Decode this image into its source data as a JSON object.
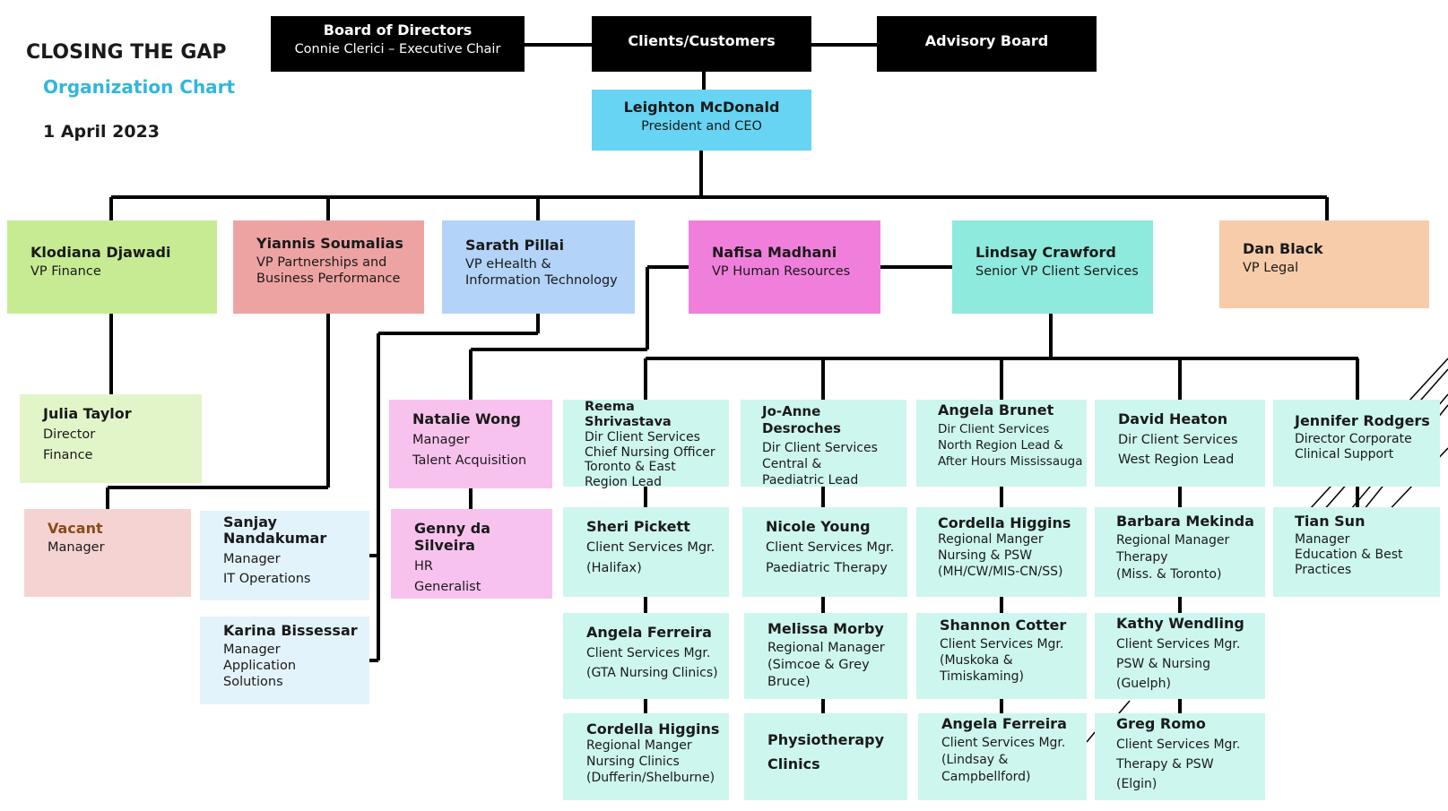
{
  "header": {
    "title": "CLOSING THE GAP",
    "subtitle": "Organization Chart",
    "date": "1 April 2023"
  },
  "colors": {
    "black": "#000000",
    "ceo": "#66d4f2",
    "finance": "#c6eb93",
    "finance_light": "#e2f5c8",
    "partnerships": "#eea3a3",
    "partnerships_light": "#f6d3d3",
    "ehealth": "#b3d3f9",
    "ehealth_light": "#e3f3fb",
    "hr": "#f07fdc",
    "hr_light": "#f8c2ee",
    "client_services": "#8eeadc",
    "client_services_light": "#cdf6ef",
    "legal": "#f6ccaa",
    "subtitle": "#33b6dd"
  },
  "top": {
    "board": {
      "name": "Board of Directors",
      "role": "Connie Clerici – Executive Chair"
    },
    "clients": {
      "name": "Clients/Customers"
    },
    "advisory": {
      "name": "Advisory Board"
    }
  },
  "ceo": {
    "name": "Leighton McDonald",
    "role": "President and CEO"
  },
  "vps": [
    {
      "name": "Klodiana Djawadi",
      "role": "VP Finance"
    },
    {
      "name": "Yiannis Soumalias",
      "role": "VP Partnerships and\nBusiness Performance"
    },
    {
      "name": "Sarath Pillai",
      "role": "VP eHealth &\nInformation Technology"
    },
    {
      "name": "Nafisa Madhani",
      "role": "VP Human Resources"
    },
    {
      "name": "Lindsay Crawford",
      "role": "Senior VP Client Services"
    },
    {
      "name": "Dan Black",
      "role": "VP Legal"
    }
  ],
  "staff": {
    "julia": {
      "name": "Julia Taylor",
      "role": "Director\nFinance"
    },
    "vacant": {
      "name": "Vacant",
      "role": "Manager"
    },
    "sanjay": {
      "name": "Sanjay\nNandakumar",
      "role": "Manager\nIT Operations"
    },
    "karina": {
      "name": "Karina Bissessar",
      "role": "Manager\nApplication\nSolutions"
    },
    "natalie": {
      "name": "Natalie Wong",
      "role": "Manager\nTalent Acquisition"
    },
    "genny": {
      "name": "Genny da Silveira",
      "role": "HR\nGeneralist"
    },
    "reema": {
      "name": "Reema Shrivastava",
      "role": "Dir Client Services\nChief Nursing Officer\nToronto & East\nRegion Lead"
    },
    "joanne": {
      "name": "Jo-Anne Desroches",
      "role": "Dir Client Services\nCentral &\nPaediatric Lead"
    },
    "angela_b": {
      "name": "Angela Brunet",
      "role": "Dir Client Services\nNorth Region Lead &\nAfter Hours Mississauga"
    },
    "david": {
      "name": "David Heaton",
      "role": "Dir Client Services\nWest Region Lead"
    },
    "jennifer": {
      "name": "Jennifer Rodgers",
      "role": "Director Corporate\nClinical Support"
    },
    "sheri": {
      "name": "Sheri Pickett",
      "role": "Client Services Mgr.\n(Halifax)"
    },
    "nicole": {
      "name": "Nicole Young",
      "role": "Client Services Mgr.\nPaediatric Therapy"
    },
    "cordella1": {
      "name": "Cordella Higgins",
      "role": "Regional Manger\nNursing & PSW\n(MH/CW/MIS-CN/SS)"
    },
    "barbara": {
      "name": "Barbara Mekinda",
      "role": "Regional Manager\nTherapy\n(Miss. & Toronto)"
    },
    "tian": {
      "name": "Tian Sun",
      "role": "Manager\nEducation &  Best\nPractices"
    },
    "angela_f1": {
      "name": "Angela Ferreira",
      "role": "Client Services Mgr.\n(GTA Nursing Clinics)"
    },
    "melissa": {
      "name": "Melissa Morby",
      "role": "Regional Manager\n(Simcoe & Grey\nBruce)"
    },
    "shannon": {
      "name": "Shannon Cotter",
      "role": "Client Services Mgr.\n(Muskoka &\nTimiskaming)"
    },
    "kathy": {
      "name": "Kathy Wendling",
      "role": "Client Services Mgr.\nPSW & Nursing\n(Guelph)"
    },
    "cordella2": {
      "name": "Cordella Higgins",
      "role": "Regional Manger\nNursing Clinics\n(Dufferin/Shelburne)"
    },
    "physio": {
      "name": "Physiotherapy\nClinics"
    },
    "angela_f2": {
      "name": "Angela Ferreira",
      "role": "Client Services Mgr.\n(Lindsay &\nCampbellford)"
    },
    "greg": {
      "name": "Greg Romo",
      "role": "Client Services Mgr.\nTherapy & PSW\n(Elgin)"
    }
  }
}
